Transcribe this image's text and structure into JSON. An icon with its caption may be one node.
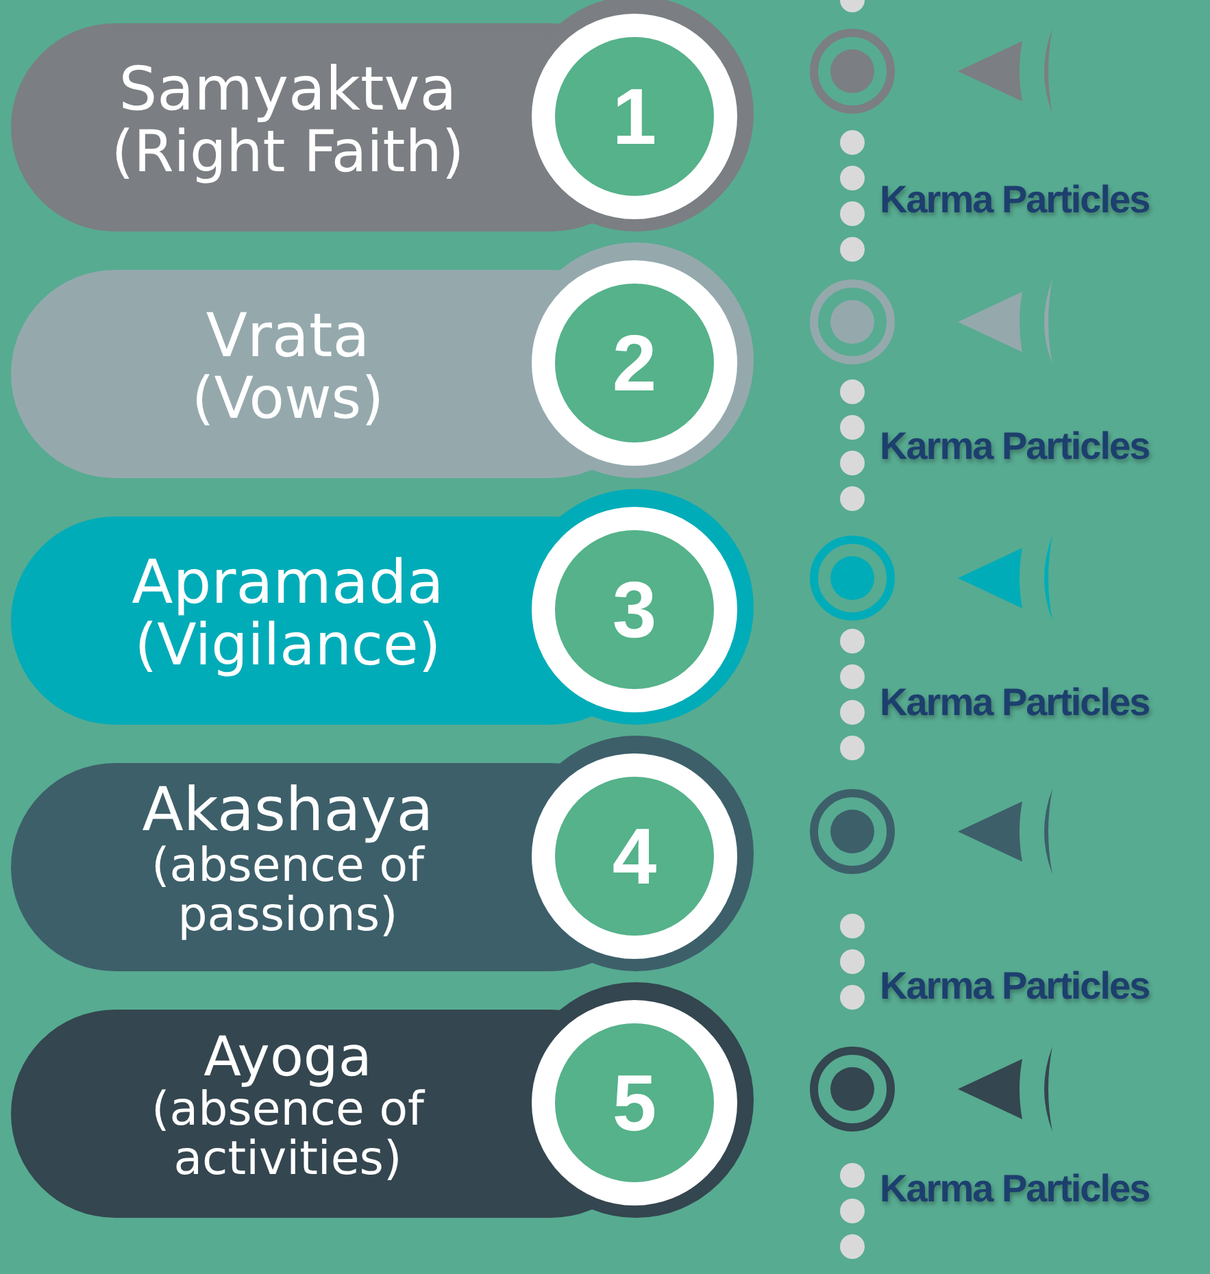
{
  "diagram": {
    "nodes": [
      {
        "text": [
          "Samyaktva",
          "(Right Faith)"
        ]
      },
      {
        "text": [
          "1"
        ]
      },
      {
        "text": [
          "Vrata",
          "(Vows)"
        ]
      },
      {
        "text": [
          "2"
        ]
      },
      {
        "text": [
          "Apramada",
          "(Vigilance)"
        ]
      },
      {
        "text": [
          "3"
        ]
      },
      {
        "text": [
          "Akashaya",
          "(absence of passions)"
        ]
      },
      {
        "text": [
          "4"
        ]
      },
      {
        "text": [
          "Ayoga",
          "(absence of activities)"
        ]
      },
      {
        "text": [
          "5"
        ]
      }
    ],
    "labels": [
      "Karma Particles",
      "Karma Particles",
      "Karma Particles",
      "Karma Particles",
      "Karma Particles"
    ]
  }
}
